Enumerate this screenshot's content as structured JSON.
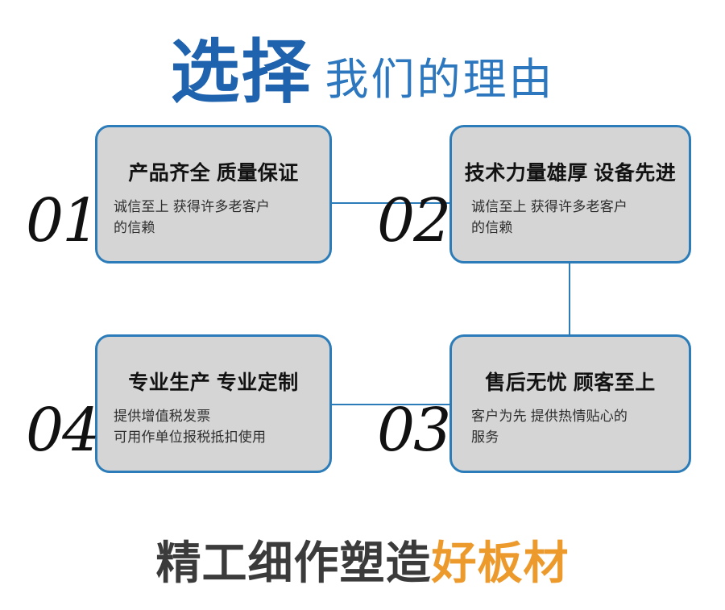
{
  "header": {
    "lead": "选择",
    "rest": "我们的理由",
    "lead_color": "#1f62ae",
    "rest_color": "#2c77bd"
  },
  "theme": {
    "card_border": "#2b7cb9",
    "card_fill": "#d5d5d5",
    "connector": "#2b7cb9",
    "number_color": "#111111",
    "page_background": "#ffffff"
  },
  "cards": [
    {
      "number": "01",
      "title": "产品齐全 质量保证",
      "desc": "诚信至上 获得许多老客户\n的信赖"
    },
    {
      "number": "02",
      "title": "技术力量雄厚 设备先进",
      "desc": "诚信至上 获得许多老客户\n的信赖"
    },
    {
      "number": "03",
      "title": "售后无忧 顾客至上",
      "desc": "客户为先 提供热情贴心的\n服务"
    },
    {
      "number": "04",
      "title": "专业生产 专业定制",
      "desc": "提供增值税发票\n可用作单位报税抵扣使用"
    }
  ],
  "tagline": {
    "dark": "精工细作塑造",
    "accent": "好板材",
    "dark_color": "#3b3b3b",
    "accent_color": "#ed9a2d"
  }
}
